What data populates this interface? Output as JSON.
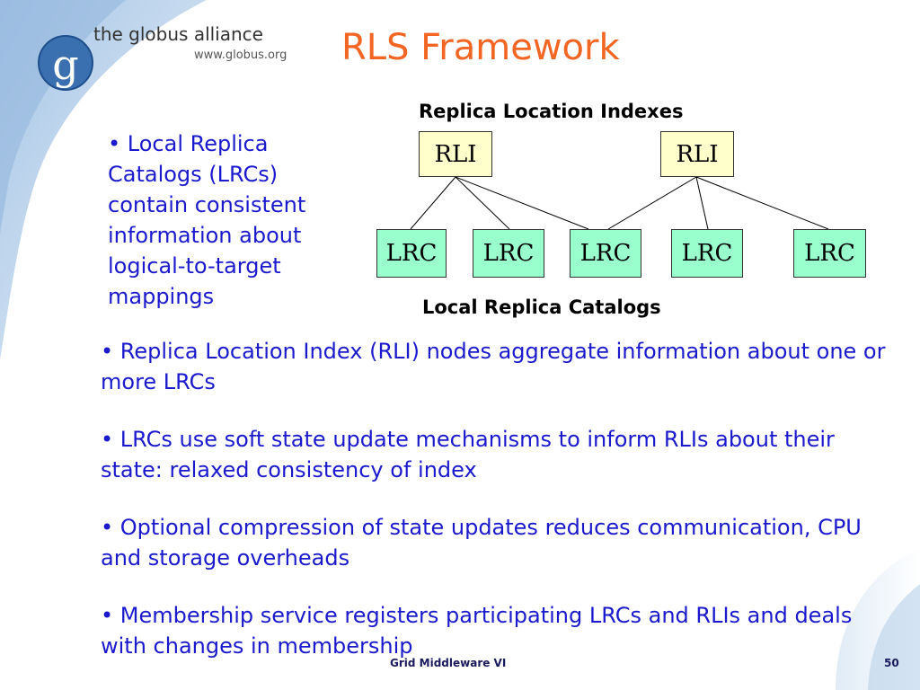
{
  "branding": {
    "org_name": "the globus alliance",
    "url": "www.globus.org",
    "logo_letter": "g"
  },
  "slide": {
    "title": "RLS Framework"
  },
  "diagram": {
    "top_heading": "Replica Location Indexes",
    "bottom_heading": "Local Replica Catalogs",
    "rli_nodes": [
      "RLI",
      "RLI"
    ],
    "lrc_nodes": [
      "LRC",
      "LRC",
      "LRC",
      "LRC",
      "LRC"
    ],
    "colors": {
      "rli_fill": "#ffffcc",
      "lrc_fill": "#99ffcc"
    }
  },
  "side_bullet": "• Local Replica Catalogs (LRCs) contain consistent information about logical-to-target mappings",
  "bullets": [
    "• Replica Location Index (RLI) nodes aggregate information about one or more LRCs",
    "•  LRCs use soft state update mechanisms to inform RLIs about their state: relaxed consistency of index",
    "• Optional compression of state updates reduces communication, CPU and storage overheads",
    "• Membership service registers participating LRCs and RLIs and deals with changes in membership"
  ],
  "footer": {
    "center": "Grid Middleware VI",
    "page_number": "50"
  },
  "colors": {
    "title": "#f26522",
    "bullet_text": "#1a1acc",
    "footer": "#1a1a5e"
  }
}
